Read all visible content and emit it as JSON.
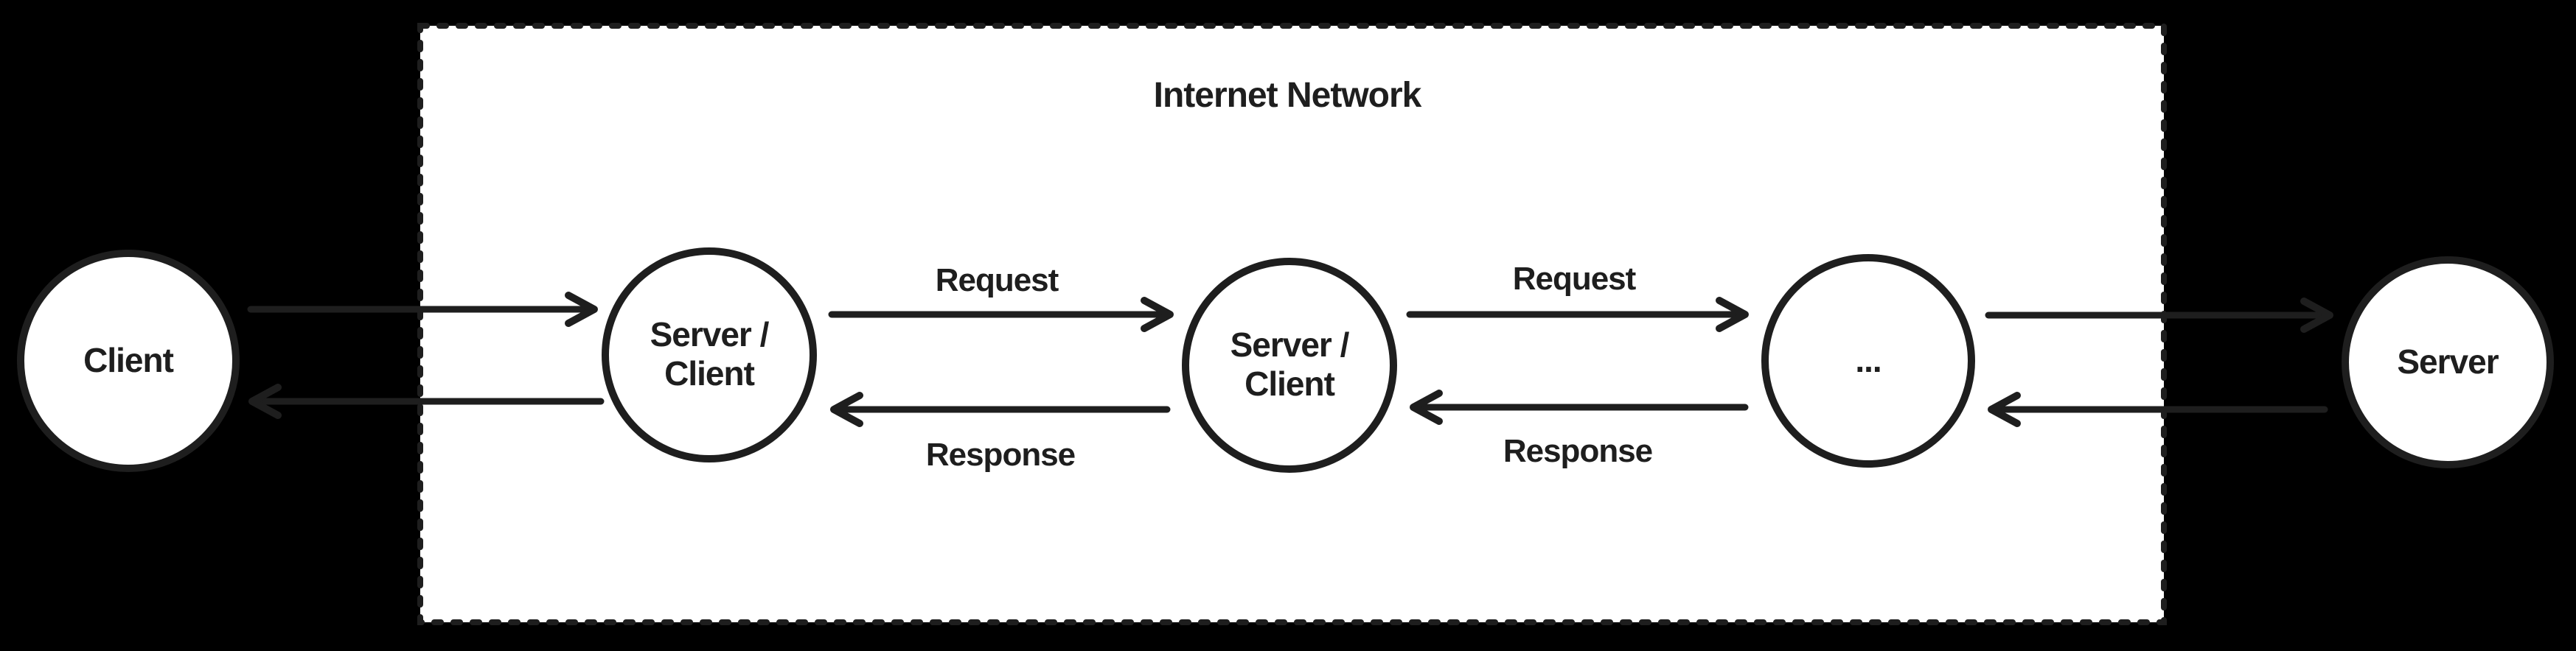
{
  "diagram": {
    "title": "Internet Network",
    "colors": {
      "background": "#000000",
      "stroke": "#1e1e1e",
      "node_fill": "#ffffff",
      "boundary_fill": "#ffffff"
    },
    "nodes": {
      "client": {
        "label": "Client"
      },
      "relay1": {
        "line1": "Server /",
        "line2": "Client"
      },
      "relay2": {
        "line1": "Server /",
        "line2": "Client"
      },
      "ellipsis": {
        "label": "..."
      },
      "server": {
        "label": "Server"
      }
    },
    "edges": {
      "hop2": {
        "request": "Request",
        "response": "Response"
      },
      "hop3": {
        "request": "Request",
        "response": "Response"
      }
    }
  }
}
